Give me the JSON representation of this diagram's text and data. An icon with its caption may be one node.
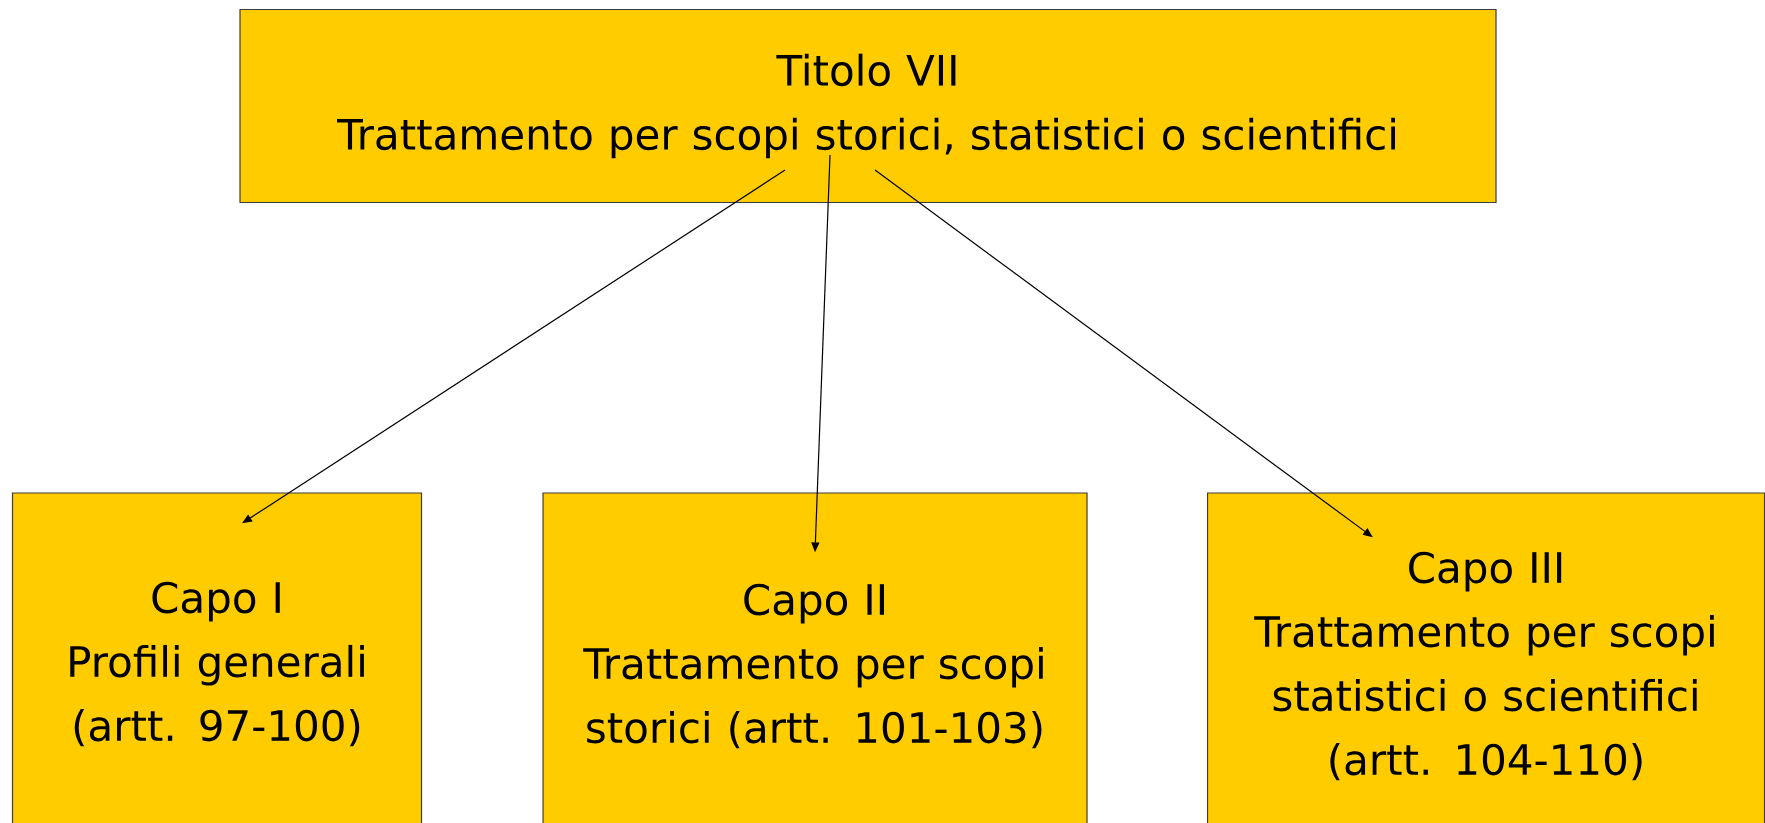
{
  "diagram": {
    "nodes": [
      {
        "text": [
          "Titolo VII",
          "Trattamento per scopi storici, statistici o scientifici"
        ]
      },
      {
        "text": [
          "Capo I",
          "Profili generali (artt. 97-100)"
        ]
      },
      {
        "text": [
          "Capo II",
          "Trattamento per scopi storici (artt. 101-103)"
        ]
      },
      {
        "text": [
          "Capo III",
          "Trattamento per scopi statistici o scientifici (artt. 104-110)"
        ]
      }
    ],
    "edges": [
      {
        "from": 0,
        "to": 1,
        "arrow": "to"
      },
      {
        "from": 0,
        "to": 2,
        "arrow": "to"
      },
      {
        "from": 0,
        "to": 3,
        "arrow": "to"
      }
    ]
  }
}
